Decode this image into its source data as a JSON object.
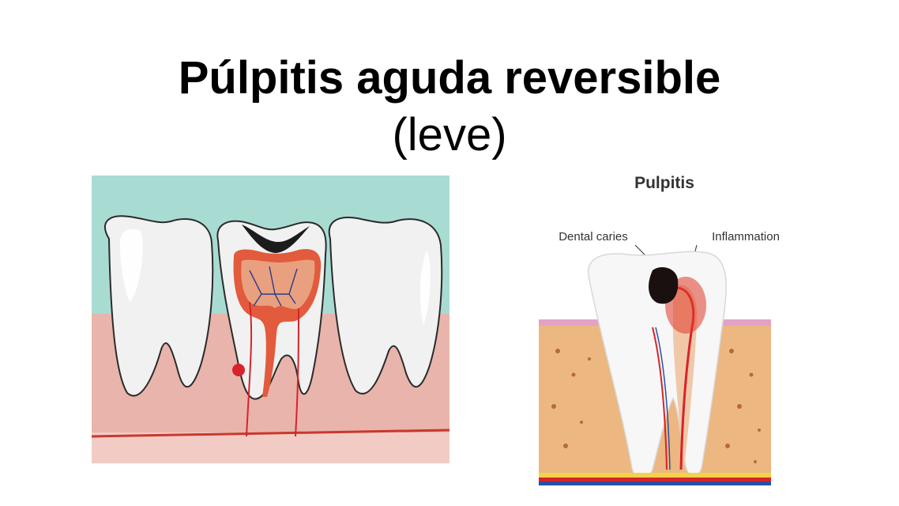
{
  "slide": {
    "title": "Púlpitis aguda reversible",
    "subtitle": "(leve)"
  },
  "figure_right": {
    "heading": "Pulpitis",
    "label_caries": "Dental caries",
    "label_inflammation": "Inflammation"
  },
  "colors": {
    "background": "#ffffff",
    "title_text": "#000000",
    "left_bg_top": "#a8dcd3",
    "left_gum": "#e9b4ab",
    "pulp_red": "#d9452d",
    "bone": "#edb781",
    "nerve_red": "#d8232a",
    "nerve_blue": "#2a4fa3"
  }
}
